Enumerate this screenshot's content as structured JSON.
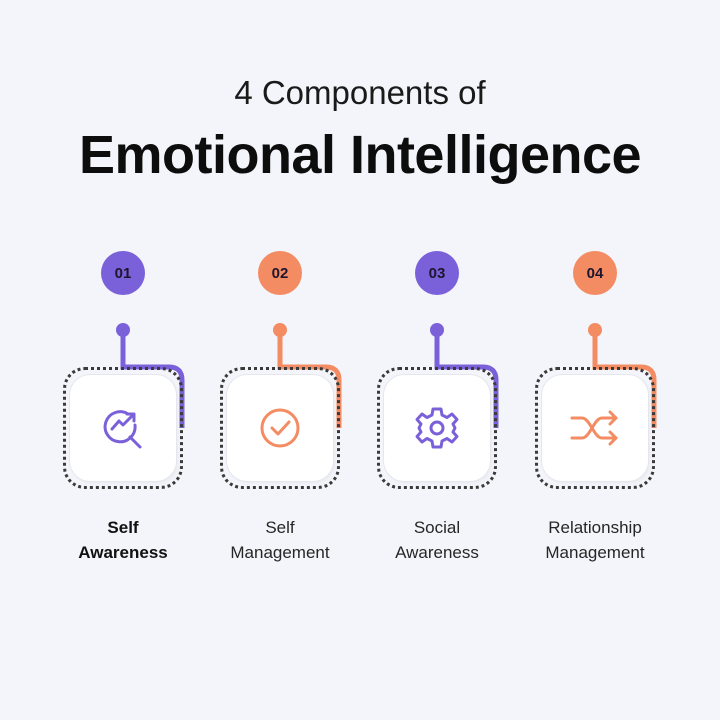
{
  "header": {
    "subtitle": "4 Components of",
    "title": "Emotional Intelligence"
  },
  "colors": {
    "background": "#f4f5fa",
    "purple": "#7b61d9",
    "orange": "#f48c63",
    "text": "#1a1a1a"
  },
  "components": [
    {
      "number": "01",
      "label_line1": "Self",
      "label_line2": "Awareness",
      "icon": "magnify-growth-icon",
      "color": "#7b61d9",
      "emphasis": true
    },
    {
      "number": "02",
      "label_line1": "Self",
      "label_line2": "Management",
      "icon": "check-circle-icon",
      "color": "#f48c63",
      "emphasis": false
    },
    {
      "number": "03",
      "label_line1": "Social",
      "label_line2": "Awareness",
      "icon": "gear-icon",
      "color": "#7b61d9",
      "emphasis": false
    },
    {
      "number": "04",
      "label_line1": "Relationship",
      "label_line2": "Management",
      "icon": "shuffle-icon",
      "color": "#f48c63",
      "emphasis": false
    }
  ]
}
